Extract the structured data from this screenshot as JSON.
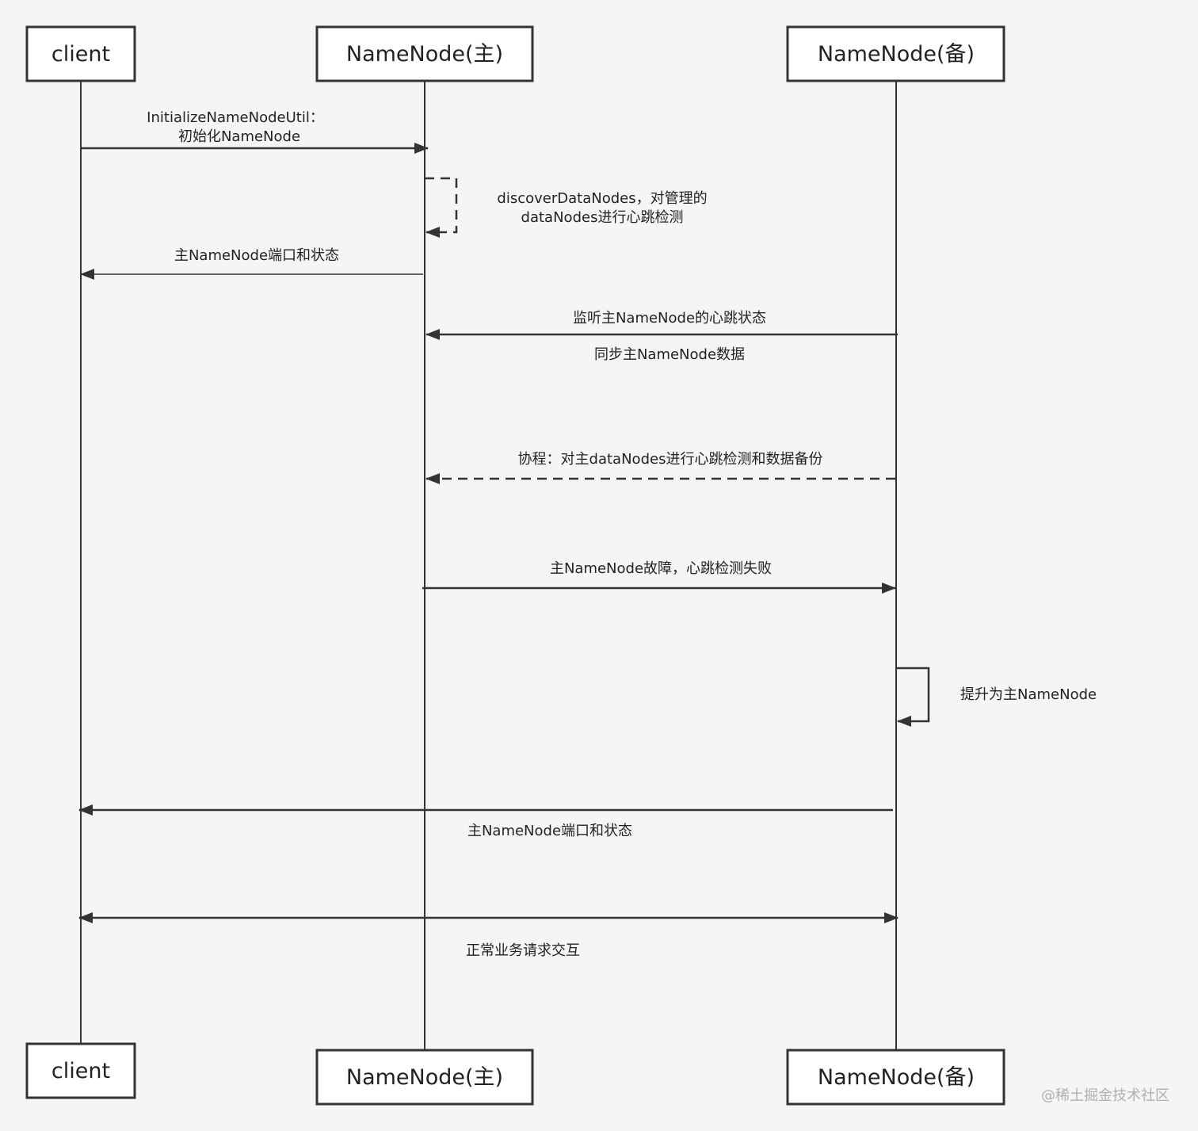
{
  "actors": {
    "client": "client",
    "nn_primary": "NameNode(主)",
    "nn_standby": "NameNode(备)"
  },
  "messages": {
    "m1_line1": "InitializeNameNodeUtil：",
    "m1_line2": "初始化NameNode",
    "m2_line1": "discoverDataNodes，对管理的",
    "m2_line2": "dataNodes进行心跳检测",
    "m3": "主NameNode端口和状态",
    "m4": "监听主NameNode的心跳状态",
    "m4b": "同步主NameNode数据",
    "m5": "协程：对主dataNodes进行心跳检测和数据备份",
    "m6": "主NameNode故障，心跳检测失败",
    "m7": "提升为主NameNode",
    "m8": "主NameNode端口和状态",
    "m9": "正常业务请求交互"
  },
  "watermark": "@稀土掘金技术社区"
}
